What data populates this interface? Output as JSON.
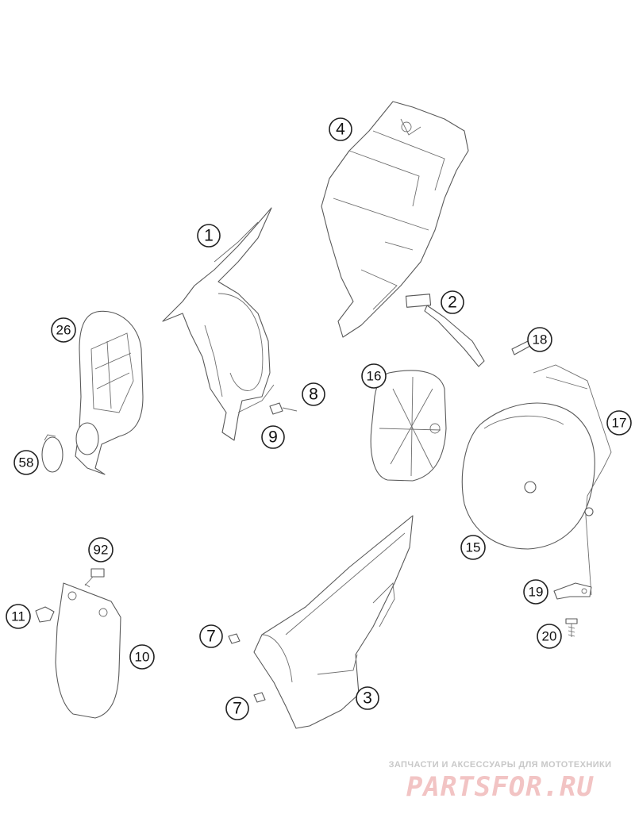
{
  "diagram": {
    "callouts": [
      {
        "id": "c1",
        "label": "1"
      },
      {
        "id": "c2",
        "label": "2"
      },
      {
        "id": "c3",
        "label": "3"
      },
      {
        "id": "c4",
        "label": "4"
      },
      {
        "id": "c7a",
        "label": "7"
      },
      {
        "id": "c7b",
        "label": "7"
      },
      {
        "id": "c8",
        "label": "8"
      },
      {
        "id": "c9",
        "label": "9"
      },
      {
        "id": "c10",
        "label": "10"
      },
      {
        "id": "c11",
        "label": "11"
      },
      {
        "id": "c15",
        "label": "15"
      },
      {
        "id": "c16",
        "label": "16"
      },
      {
        "id": "c17",
        "label": "17"
      },
      {
        "id": "c18",
        "label": "18"
      },
      {
        "id": "c19",
        "label": "19"
      },
      {
        "id": "c20",
        "label": "20"
      },
      {
        "id": "c26",
        "label": "26"
      },
      {
        "id": "c58",
        "label": "58"
      },
      {
        "id": "c92",
        "label": "92"
      }
    ]
  },
  "watermark": {
    "caption": "ЗАПЧАСТИ И АКСЕССУАРЫ ДЛЯ МОТОТЕХНИКИ",
    "logo": "PARTSFOR.RU",
    "color": "#f2c4c4"
  }
}
